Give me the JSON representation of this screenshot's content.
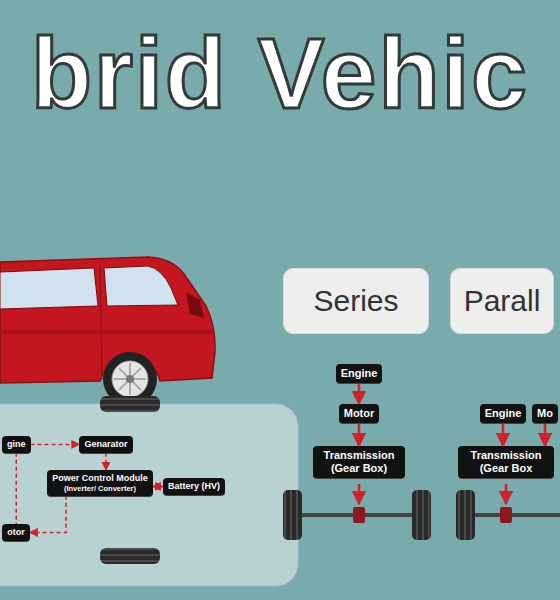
{
  "diagram": {
    "title": "brid Vehic",
    "nodes": [
      {
        "text": [
          "gine"
        ]
      },
      {
        "text": [
          "Genarator"
        ]
      },
      {
        "text": [
          "Power Control Module",
          "(Inverter/ Converter)"
        ]
      },
      {
        "text": [
          "Battery (HV)"
        ]
      },
      {
        "text": [
          "otor"
        ]
      },
      {
        "text": [
          "Series"
        ]
      },
      {
        "text": [
          "Parall"
        ]
      },
      {
        "text": [
          "Engine"
        ]
      },
      {
        "text": [
          "Motor"
        ]
      },
      {
        "text": [
          "Transmission (Gear Box)"
        ]
      },
      {
        "text": [
          "Engine"
        ]
      },
      {
        "text": [
          "Mo"
        ]
      },
      {
        "text": [
          "Transmission (Gear Box"
        ]
      }
    ],
    "edges": [
      {
        "from": 0,
        "to": 1,
        "arrow": "to"
      },
      {
        "from": 1,
        "to": 2,
        "arrow": "to"
      },
      {
        "from": 2,
        "to": 3,
        "arrow": "both"
      },
      {
        "from": 2,
        "to": 4,
        "arrow": "to"
      },
      {
        "from": 0,
        "to": 4,
        "arrow": "none"
      },
      {
        "from": 7,
        "to": 8,
        "arrow": "to"
      },
      {
        "from": 8,
        "to": 9,
        "arrow": "to"
      },
      {
        "from": 10,
        "to": 12,
        "arrow": "to"
      },
      {
        "from": 11,
        "to": 12,
        "arrow": "to"
      }
    ]
  }
}
